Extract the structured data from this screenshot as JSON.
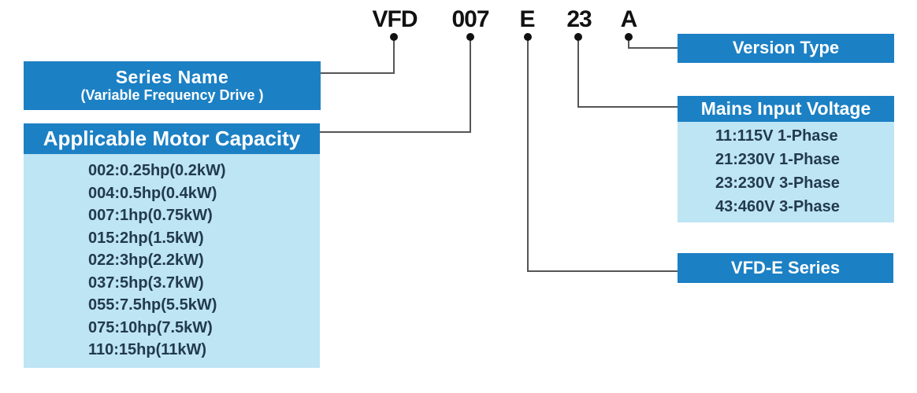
{
  "model": {
    "segments": [
      "VFD",
      "007",
      "E",
      "23",
      "A"
    ]
  },
  "series_name": {
    "title": "Series Name",
    "subtitle": "(Variable Frequency Drive )"
  },
  "motor_capacity": {
    "title": "Applicable Motor Capacity",
    "items": [
      "002:0.25hp(0.2kW)",
      "004:0.5hp(0.4kW)",
      "007:1hp(0.75kW)",
      "015:2hp(1.5kW)",
      "022:3hp(2.2kW)",
      "037:5hp(3.7kW)",
      "055:7.5hp(5.5kW)",
      "075:10hp(7.5kW)",
      "110:15hp(11kW)"
    ]
  },
  "version_type": {
    "title": "Version Type"
  },
  "mains_input_voltage": {
    "title": "Mains Input Voltage",
    "items": [
      "11:115V 1-Phase",
      "21:230V 1-Phase",
      "23:230V 3-Phase",
      "43:460V 3-Phase"
    ]
  },
  "vfd_e_series": {
    "title": "VFD-E Series"
  },
  "colors": {
    "header_blue": "#1c80c4",
    "panel_blue": "#bee5f4",
    "item_text": "#223a4e",
    "line_color": "#555555",
    "model_text": "#111111"
  }
}
